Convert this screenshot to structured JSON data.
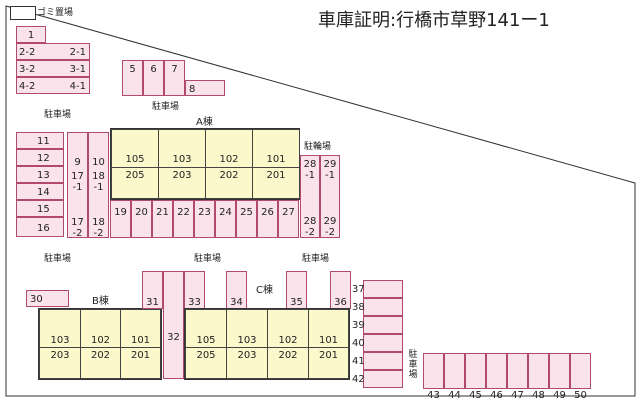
{
  "title": "車庫証明:行橋市草野141ー1",
  "garbage_label": "ゴミ置場",
  "labels": {
    "parking_left": "駐車場",
    "parking_top": "駐車場",
    "bicycle": "駐輪場",
    "parking_mid_left": "駐車場",
    "parking_mid": "駐車場",
    "parking_mid_right": "駐車場",
    "parking_bottom_right": "駐車場",
    "building_a": "A棟",
    "building_b": "B棟",
    "building_c": "C棟"
  },
  "spaces": {
    "s1": "1",
    "s2_2": "2-2",
    "s2_1": "2-1",
    "s3_2": "3-2",
    "s3_1": "3-1",
    "s4_2": "4-2",
    "s4_1": "4-1",
    "s5": "5",
    "s6": "6",
    "s7": "7",
    "s8": "8",
    "s11": "11",
    "s12": "12",
    "s13": "13",
    "s14": "14",
    "s15": "15",
    "s16": "16",
    "s9": "9",
    "s10": "10",
    "s17_1": "17\n-1",
    "s18_1": "18\n-1",
    "s17_2": "17\n-2",
    "s18_2": "18\n-2",
    "s19": "19",
    "s20": "20",
    "s21": "21",
    "s22": "22",
    "s23": "23",
    "s24": "24",
    "s25": "25",
    "s26": "26",
    "s27": "27",
    "s28_1": "28\n-1",
    "s29_1": "29\n-1",
    "s28_2": "28\n-2",
    "s29_2": "29\n-2",
    "s30": "30",
    "s31": "31",
    "s32": "32",
    "s33": "33",
    "s34": "34",
    "s35": "35",
    "s36": "36",
    "s37": "37",
    "s38": "38",
    "s39": "39",
    "s40": "40",
    "s41": "41",
    "s42": "42",
    "s43": "43",
    "s44": "44",
    "s45": "45",
    "s46": "46",
    "s47": "47",
    "s48": "48",
    "s49": "49",
    "s50": "50"
  },
  "building_a_units": [
    {
      "upper": "105",
      "lower": "205"
    },
    {
      "upper": "103",
      "lower": "203"
    },
    {
      "upper": "102",
      "lower": "202"
    },
    {
      "upper": "101",
      "lower": "201"
    }
  ],
  "building_b_units": [
    {
      "upper": "103",
      "lower": "203"
    },
    {
      "upper": "102",
      "lower": "202"
    },
    {
      "upper": "101",
      "lower": "201"
    }
  ],
  "building_c_units": [
    {
      "upper": "105",
      "lower": "205"
    },
    {
      "upper": "103",
      "lower": "203"
    },
    {
      "upper": "102",
      "lower": "202"
    },
    {
      "upper": "101",
      "lower": "201"
    }
  ]
}
